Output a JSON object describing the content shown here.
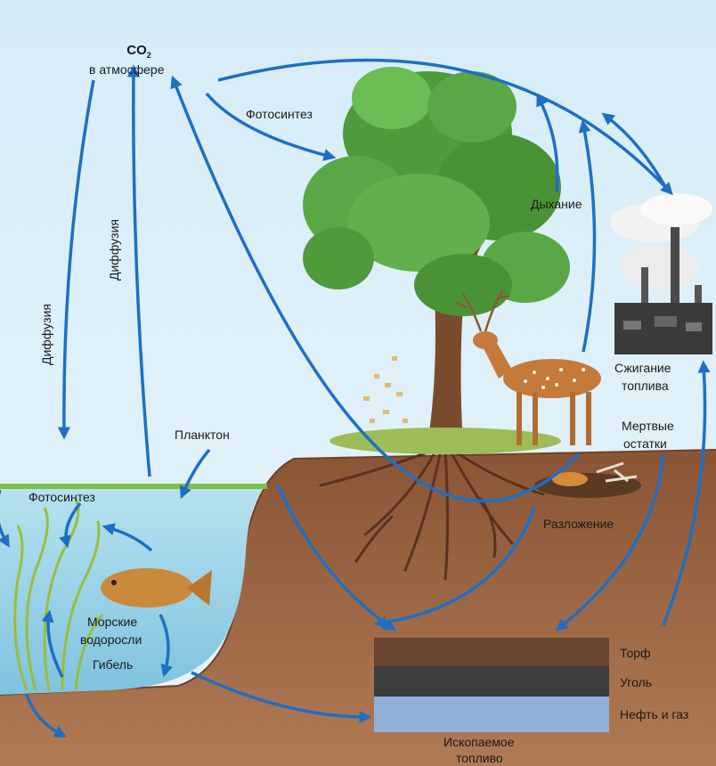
{
  "co2": {
    "formula": "CO",
    "subscript": "2",
    "caption": "в атмосфере"
  },
  "labels": {
    "photosynthesis_land": "Фотосинтез",
    "respiration": "Дыхание",
    "combustion_1": "Сжигание",
    "combustion_2": "топлива",
    "dead_remains_1": "Мертвые",
    "dead_remains_2": "остатки",
    "decomposition": "Разложение",
    "diffusion_down": "Диффузия",
    "diffusion_up": "Диффузия",
    "plankton": "Планктон",
    "photosynthesis_water": "Фотосинтез",
    "seaweed_1": "Морские",
    "seaweed_2": "водоросли",
    "death": "Гибель",
    "peat": "Торф",
    "coal": "Уголь",
    "oil_gas": "Нефть и газ",
    "fossil_fuel_1": "Ископаемое",
    "fossil_fuel_2": "топливо"
  },
  "colors": {
    "arrow": "#1e6fc4",
    "sky": "#dbeef8",
    "water": "#8ecde6",
    "soil": "#a36a47",
    "peat_layer": "#6b4530",
    "coal_layer": "#3d3d3d",
    "oil_gas_layer": "#8fb1d8"
  },
  "icons": [
    "tree-icon",
    "deer-icon",
    "factory-icon",
    "fish-icon",
    "seaweed-icon",
    "roots-icon",
    "decaying-remains-icon"
  ]
}
